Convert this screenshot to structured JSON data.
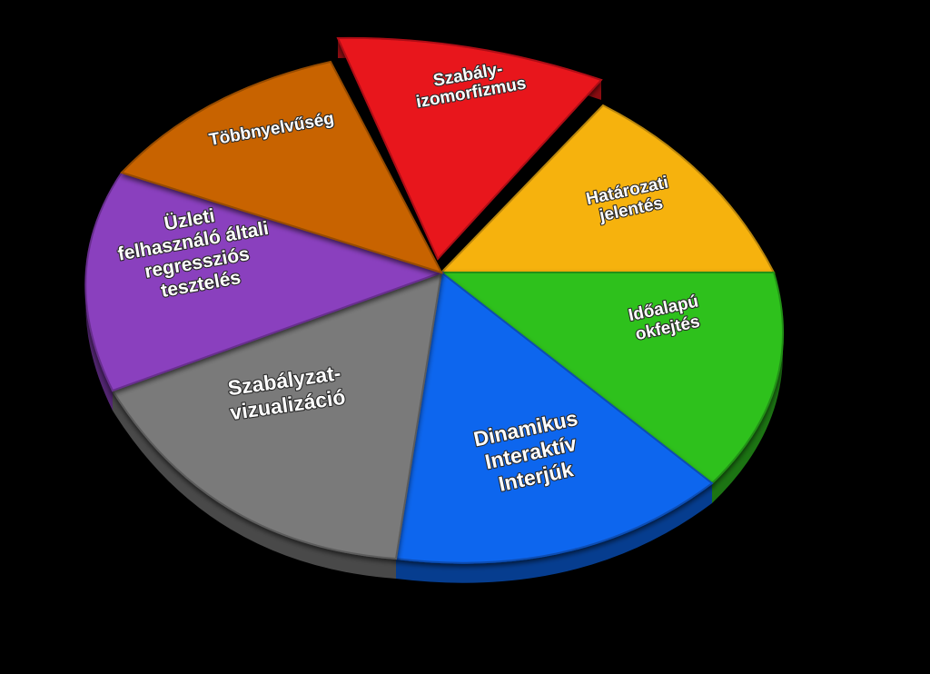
{
  "diagram": {
    "background_color": "#000000",
    "segments": [
      {
        "id": "szabaly",
        "label_lines": [
          "Szabály-",
          "izomorfizmus"
        ],
        "color": "#e8141c",
        "exploded": true
      },
      {
        "id": "hatarozati",
        "label_lines": [
          "Határozati",
          "jelentés"
        ],
        "color": "#f6b20c",
        "exploded": false
      },
      {
        "id": "idoalapu",
        "label_lines": [
          "Időalapú",
          "okfejtés"
        ],
        "color": "#2fc11f",
        "exploded": false
      },
      {
        "id": "dinamikus",
        "label_lines": [
          "Dinamikus",
          "Interaktív",
          "Interjúk"
        ],
        "color": "#0a66ee",
        "exploded": false
      },
      {
        "id": "szabalyzat",
        "label_lines": [
          "Szabályzat-",
          "vizualizáció"
        ],
        "color": "#7a7a7a",
        "exploded": false
      },
      {
        "id": "uzleti",
        "label_lines": [
          "Üzleti",
          "felhasználó általi",
          "regressziós",
          "tesztelés"
        ],
        "color": "#8a3fbe",
        "exploded": false
      },
      {
        "id": "tobbnyelvuseg",
        "label_lines": [
          "Többnyelvűség"
        ],
        "color": "#c86400",
        "exploded": false
      }
    ]
  }
}
